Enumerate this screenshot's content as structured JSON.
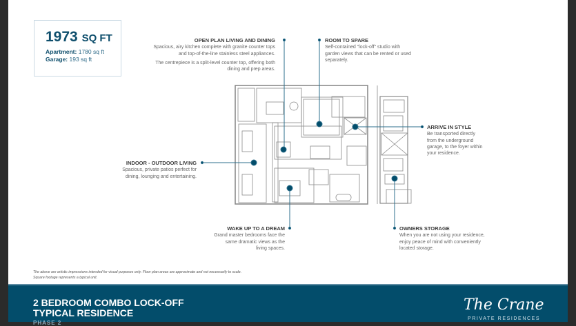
{
  "summary": {
    "total": "1973",
    "unit": "SQ FT",
    "apartment_label": "Apartment:",
    "apartment_value": "1780 sq ft",
    "garage_label": "Garage:",
    "garage_value": "193 sq ft"
  },
  "callouts": {
    "open_plan": {
      "title": "OPEN PLAN LIVING AND DINING",
      "p1": "Spacious, airy kitchen complete with granite counter tops and top-of-the-line stainless steel appliances.",
      "p2": "The centrepiece is a split-level counter top, offering both dining and prep areas."
    },
    "room_to_spare": {
      "title": "ROOM TO SPARE",
      "text": "Self-contained \"lock-off\" studio with garden views that can be rented or used separately."
    },
    "arrive": {
      "title": "ARRIVE IN STYLE",
      "text": "Be transported directly from the underground garage, to the foyer within your residence."
    },
    "indoor": {
      "title": "INDOOR - OUTDOOR LIVING",
      "text": "Spacious, private patios perfect for dining, lounging and entertaining."
    },
    "wake": {
      "title": "WAKE UP TO A DREAM",
      "text": "Grand master bedrooms face the same dramatic views as the living spaces."
    },
    "storage": {
      "title": "OWNERS STORAGE",
      "text": "When you are not using your residence, enjoy peace of mind with conveniently located storage."
    }
  },
  "disclaimer": {
    "line1": "The above are artistic impressions intended for visual purposes only. Floor plan areas are approximate and not necessarily to scale.",
    "line2": "Square footage represents a typical unit."
  },
  "banner": {
    "title1": "2 BEDROOM COMBO LOCK-OFF",
    "title2": "TYPICAL RESIDENCE",
    "phase": "PHASE 2",
    "logo": "The Crane",
    "logo_sub": "PRIVATE RESIDENCES"
  },
  "colors": {
    "accent": "#034d6b",
    "callout_line": "#2d6f8c"
  }
}
